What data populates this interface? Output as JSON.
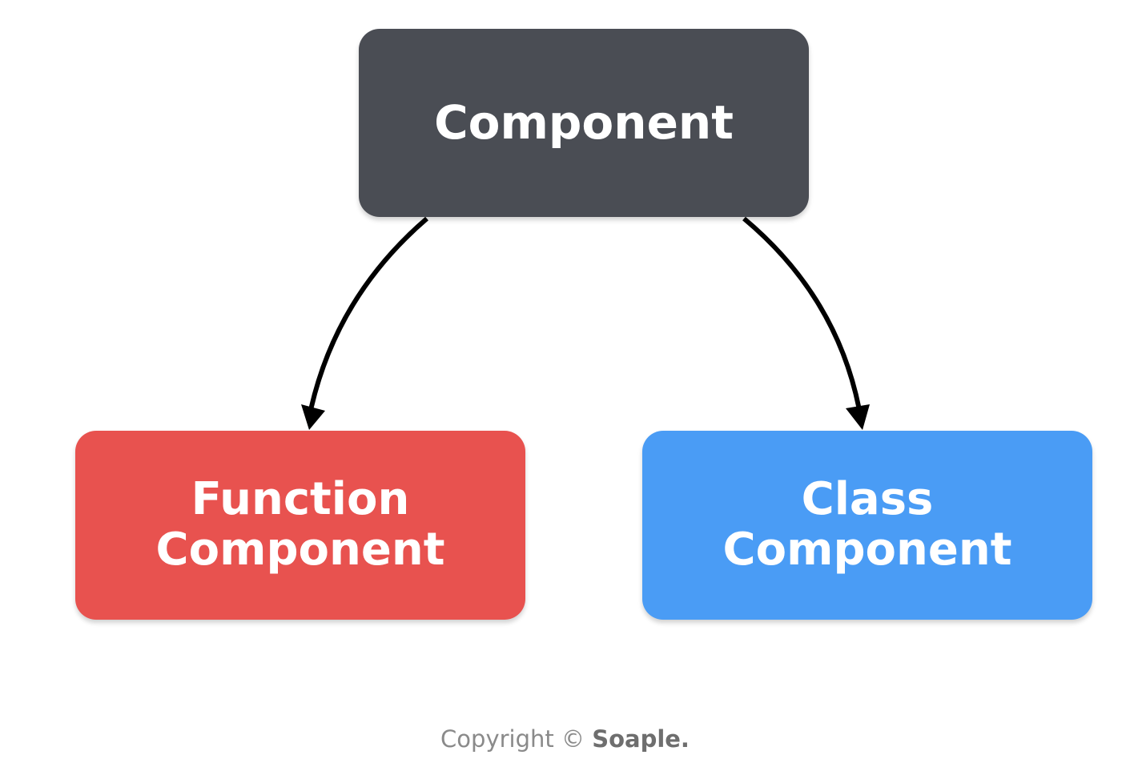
{
  "nodes": {
    "root": {
      "label": "Component",
      "color": "#4a4d54"
    },
    "left": {
      "line1": "Function",
      "line2": "Component",
      "color": "#e8524f"
    },
    "right": {
      "line1": "Class",
      "line2": "Component",
      "color": "#4a9cf5"
    }
  },
  "edges": [
    {
      "from": "root",
      "to": "left"
    },
    {
      "from": "root",
      "to": "right"
    }
  ],
  "footer": {
    "copyright": "Copyright ©",
    "brand": "Soaple."
  },
  "colors": {
    "background": "#ffffff",
    "arrow": "#000000",
    "footer_text": "#8a8a8a"
  }
}
